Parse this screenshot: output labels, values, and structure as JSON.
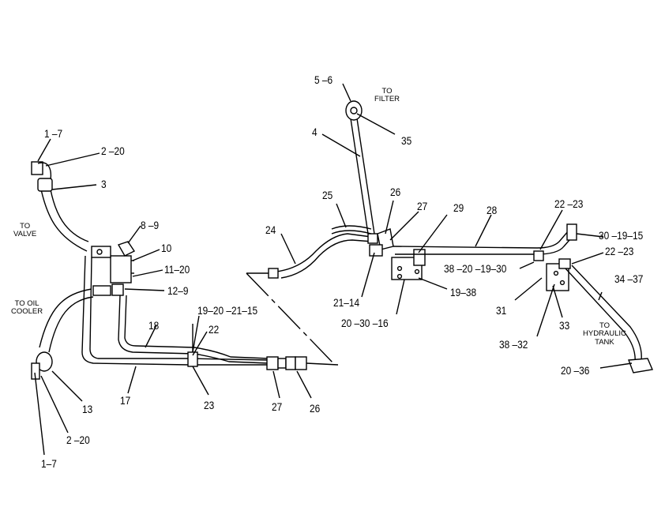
{
  "callouts": {
    "c1": "1 –7",
    "c2": "2 –20",
    "c3": "3",
    "c4": "4",
    "c5": "5 –6",
    "c6": "35",
    "c7": "8 –9",
    "c8": "10",
    "c9": "11–20",
    "c10": "12–9",
    "c11": "13",
    "c12": "2 –20",
    "c13": "1–7",
    "c14": "17",
    "c15": "18",
    "c16": "19–20 –21–15",
    "c17": "22",
    "c18": "23",
    "c19": "27",
    "c20": "26",
    "c21": "24",
    "c22": "25",
    "c23": "26",
    "c24": "27",
    "c25": "29",
    "c26": "28",
    "c27": "22 –23",
    "c28": "30 –19–15",
    "c29": "22 –23",
    "c30": "38 –20 –19–30",
    "c31": "21–14",
    "c32": "19–38",
    "c33": "20 –30 –16",
    "c34": "31",
    "c35": "33",
    "c36": "38 –32",
    "c37": "34 –37",
    "c38": "20 –36"
  },
  "notes": {
    "to_filter": [
      "TO",
      "FILTER"
    ],
    "to_valve": [
      "TO",
      "VALVE"
    ],
    "to_oil_cooler": [
      "TO  OIL",
      "COOLER"
    ],
    "to_hydraulic_tank": [
      "TO",
      "HYDRAULIC",
      "TANK"
    ]
  },
  "colors": {
    "ink": "#000000",
    "paper": "#ffffff"
  }
}
